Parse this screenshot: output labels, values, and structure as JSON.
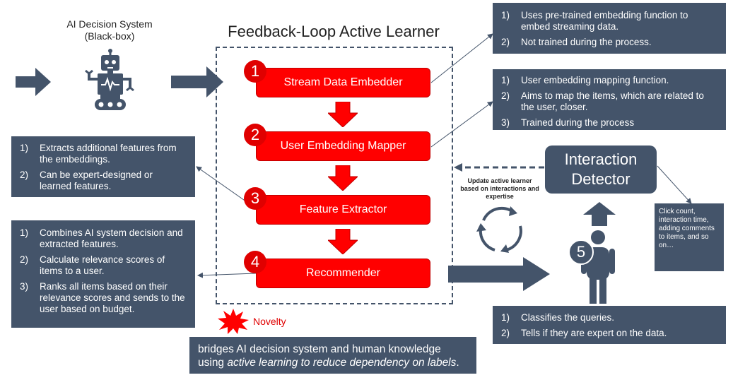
{
  "ai_system": {
    "title_line1": "AI Decision System",
    "title_line2": "(Black-box)",
    "icon": "robot-icon"
  },
  "learner": {
    "title": "Feedback-Loop Active Learner",
    "steps": [
      {
        "num": "1",
        "label": "Stream Data Embedder"
      },
      {
        "num": "2",
        "label": "User Embedding Mapper"
      },
      {
        "num": "3",
        "label": "Feature Extractor"
      },
      {
        "num": "4",
        "label": "Recommender"
      }
    ]
  },
  "notes": {
    "embedder": [
      {
        "n": "1)",
        "text": "Uses pre-trained embedding function to embed streaming data."
      },
      {
        "n": "2)",
        "text": "Not trained during the process."
      }
    ],
    "mapper": [
      {
        "n": "1)",
        "text": "User embedding mapping function."
      },
      {
        "n": "2)",
        "text": "Aims to map the items, which are related to the user, closer."
      },
      {
        "n": "3)",
        "text": "Trained during the process"
      }
    ],
    "extractor": [
      {
        "n": "1)",
        "text": "Extracts additional features from the embeddings."
      },
      {
        "n": "2)",
        "text": "Can be expert-designed or learned features."
      }
    ],
    "recommender": [
      {
        "n": "1)",
        "text": "Combines AI system decision and extracted features."
      },
      {
        "n": "2)",
        "text": "Calculate relevance scores of items to a user."
      },
      {
        "n": "3)",
        "text": "Ranks all items based on their relevance scores and sends to the user based on budget."
      }
    ],
    "user": [
      {
        "n": "1)",
        "text": "Classifies the queries."
      },
      {
        "n": "2)",
        "text": "Tells if they are expert on the data."
      }
    ]
  },
  "interaction": {
    "title_line1": "Interaction",
    "title_line2": "Detector",
    "note": "Click count, interaction time, adding comments to items, and so on…",
    "update_line1": "Update active learner",
    "update_line2": "based on interactions and",
    "update_line3": "expertise"
  },
  "user_num": "5",
  "novelty": {
    "label": "Novelty",
    "text_line1": "bridges AI decision system and human knowledge",
    "text_line2_plain": "using ",
    "text_line2_italic": "active learning to reduce dependency on labels",
    "text_line2_end": "."
  },
  "colors": {
    "box": "#44546a",
    "red": "#ff0000",
    "arrow": "#44546a"
  }
}
